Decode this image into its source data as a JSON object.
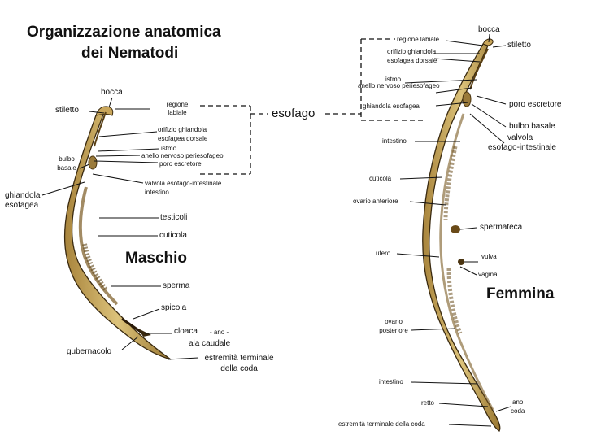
{
  "title": {
    "line1": "Organizzazione anatomica",
    "line2": "dei Nematodi"
  },
  "center": {
    "esofago": "esofago"
  },
  "male": {
    "heading": "Maschio",
    "labels": {
      "bocca": "bocca",
      "stiletto": "stiletto",
      "regione_labiale_1": "regione",
      "regione_labiale_2": "labiale",
      "orifizio_1": "orifizio ghiandola",
      "orifizio_2": "esofagea dorsale",
      "istmo": "istmo",
      "anello": "anello nervoso periesofageo",
      "poro": "poro escretore",
      "bulbo_1": "bulbo",
      "bulbo_2": "basale",
      "valvola": "valvola esofago-intestinale",
      "intestino": "intestino",
      "ghiandola_1": "ghiandola",
      "ghiandola_2": "esofagea",
      "testicoli": "testicoli",
      "cuticola": "cuticola",
      "sperma": "sperma",
      "spicola": "spicola",
      "cloaca": "cloaca",
      "ano": "- ano -",
      "ala": "ala caudale",
      "gubernacolo": "gubernacolo",
      "estremita_1": "estremità terminale",
      "estremita_2": "della coda"
    }
  },
  "female": {
    "heading": "Femmina",
    "labels": {
      "bocca": "bocca",
      "stiletto": "stiletto",
      "regione_labiale": "regione labiale",
      "orifizio_1": "orifizio ghiandola",
      "orifizio_2": "esofagea dorsale",
      "istmo": "istmo",
      "anello": "anello nervoso periesofageo",
      "ghiandola": "ghiandola esofagea",
      "poro": "poro escretore",
      "bulbo": "bulbo basale",
      "valvola_1": "valvola",
      "valvola_2": "esofago-intestinale",
      "intestino_top": "intestino",
      "cuticola": "cuticola",
      "ovario_anteriore": "ovario anteriore",
      "spermateca": "spermateca",
      "utero": "utero",
      "vulva": "vulva",
      "vagina": "vagina",
      "ovario_post_1": "ovario",
      "ovario_post_2": "posteriore",
      "intestino_bottom": "intestino",
      "retto": "retto",
      "ano": "ano",
      "coda": "coda",
      "estremita": "estremità terminale della coda"
    }
  },
  "colors": {
    "body_fill": "#d2b46a",
    "body_outline": "#3a2a10",
    "organ": "#8a6a2a",
    "line": "#111111"
  }
}
